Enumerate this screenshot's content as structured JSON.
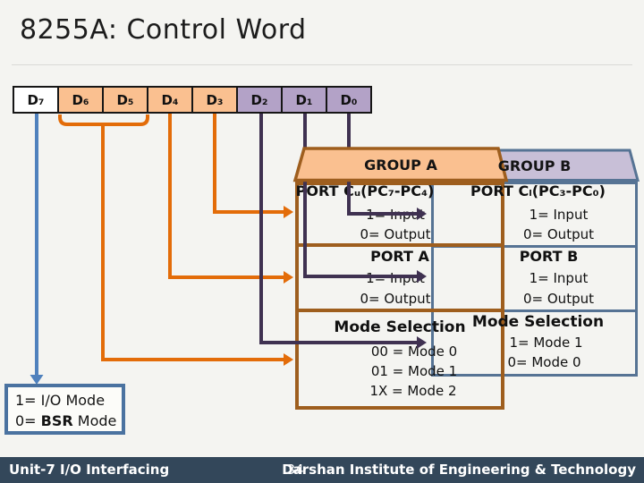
{
  "slide": {
    "title": "8255A: Control Word"
  },
  "control_word": {
    "bits": [
      {
        "label": "D₇",
        "group": "mode-flag"
      },
      {
        "label": "D₆",
        "group": "group-a"
      },
      {
        "label": "D₅",
        "group": "group-a"
      },
      {
        "label": "D₄",
        "group": "group-a"
      },
      {
        "label": "D₃",
        "group": "group-a"
      },
      {
        "label": "D₂",
        "group": "group-b"
      },
      {
        "label": "D₁",
        "group": "group-b"
      },
      {
        "label": "D₀",
        "group": "group-b"
      }
    ]
  },
  "group_a": {
    "header": "GROUP A",
    "port_c_upper": {
      "title": "PORT Cᵤ(PC₇-PC₄)",
      "lines": [
        "1= Input",
        "0= Output"
      ]
    },
    "port_a": {
      "title": "PORT A",
      "lines": [
        "1= Input",
        "0= Output"
      ]
    },
    "mode_selection": {
      "title": "Mode Selection",
      "lines": [
        "00 = Mode 0",
        "01 = Mode 1",
        "1X = Mode 2"
      ]
    }
  },
  "group_b": {
    "header": "GROUP B",
    "port_c_lower": {
      "title": "PORT Cₗ(PC₃-PC₀)",
      "lines": [
        "1= Input",
        "0= Output"
      ]
    },
    "port_b": {
      "title": "PORT B",
      "lines": [
        "1= Input",
        "0= Output"
      ]
    },
    "mode_selection": {
      "title": "Mode Selection",
      "lines": [
        "1= Mode 1",
        "0= Mode 0"
      ]
    }
  },
  "io_mode_box": {
    "line1": "1= I/O Mode",
    "line2_prefix": "0= ",
    "line2_bold": "BSR",
    "line2_suffix": " Mode"
  },
  "footer": {
    "unit": "Unit-7 I/O Interfacing",
    "page_number": "34",
    "institute": "Darshan Institute of Engineering & Technology"
  },
  "colors": {
    "group_a_cell_fill": "#FAC090",
    "group_b_cell_fill": "#B3A2C7",
    "group_b_header_fill": "#C8BFD7",
    "group_a_border": "#9E5E1E",
    "group_b_border": "#567394",
    "orange_connector": "#E36C09",
    "purple_connector": "#3F3151",
    "blue_arrow": "#4F81BD",
    "footer_bg": "#33475A"
  }
}
